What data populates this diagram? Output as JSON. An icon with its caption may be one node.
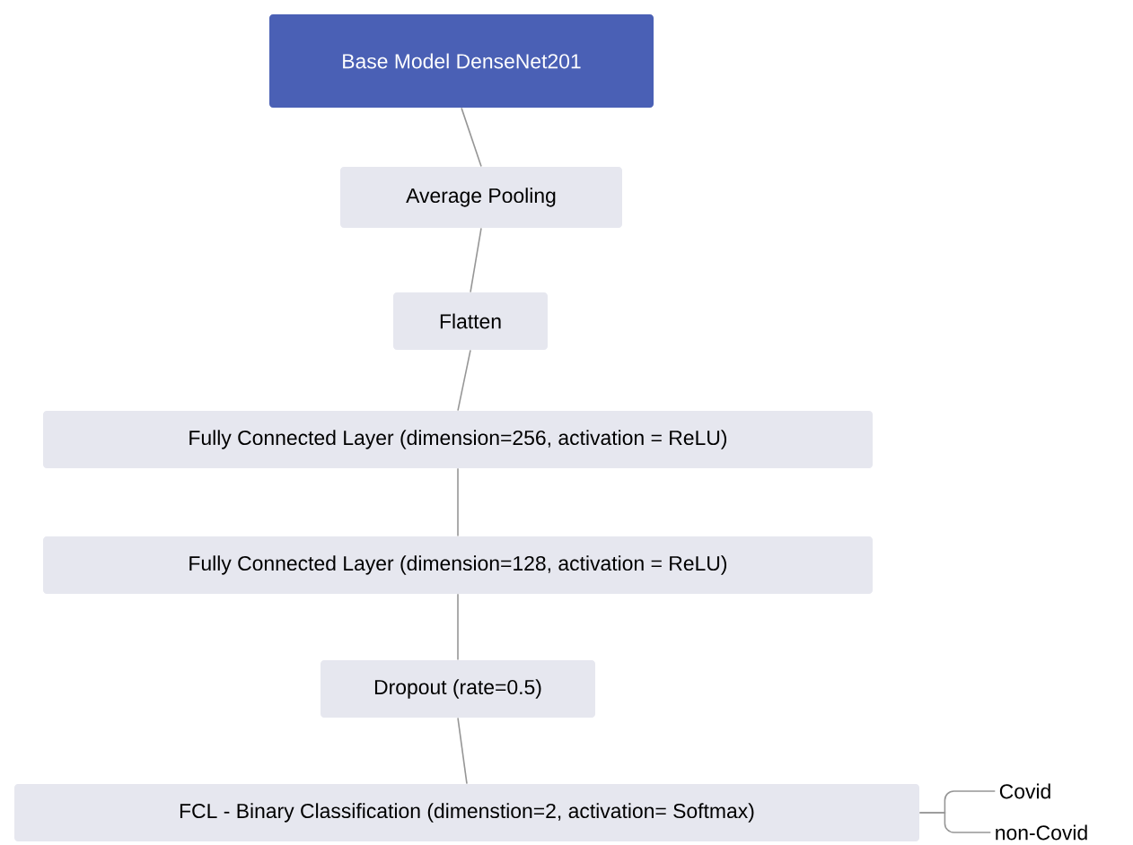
{
  "diagram": {
    "nodes": [
      {
        "text": [
          "Base Model DenseNet201"
        ]
      },
      {
        "text": [
          "Average Pooling"
        ]
      },
      {
        "text": [
          "Flatten"
        ]
      },
      {
        "text": [
          "Fully Connected Layer (dimension=256, activation = ReLU)"
        ]
      },
      {
        "text": [
          "Fully Connected Layer (dimension=128, activation = ReLU)"
        ]
      },
      {
        "text": [
          "Dropout (rate=0.5)"
        ]
      },
      {
        "text": [
          "FCL - Binary Classification (dimenstion=2, activation= Softmax)"
        ]
      },
      {
        "text": [
          "Covid"
        ]
      },
      {
        "text": [
          "non-Covid"
        ]
      }
    ],
    "edges": [
      {
        "from": 0,
        "to": 1,
        "arrow": "none"
      },
      {
        "from": 1,
        "to": 2,
        "arrow": "none"
      },
      {
        "from": 2,
        "to": 3,
        "arrow": "none"
      },
      {
        "from": 3,
        "to": 4,
        "arrow": "none"
      },
      {
        "from": 4,
        "to": 5,
        "arrow": "none"
      },
      {
        "from": 5,
        "to": 6,
        "arrow": "none"
      },
      {
        "from": 6,
        "to": 7,
        "arrow": "none"
      },
      {
        "from": 6,
        "to": 8,
        "arrow": "none"
      }
    ]
  }
}
